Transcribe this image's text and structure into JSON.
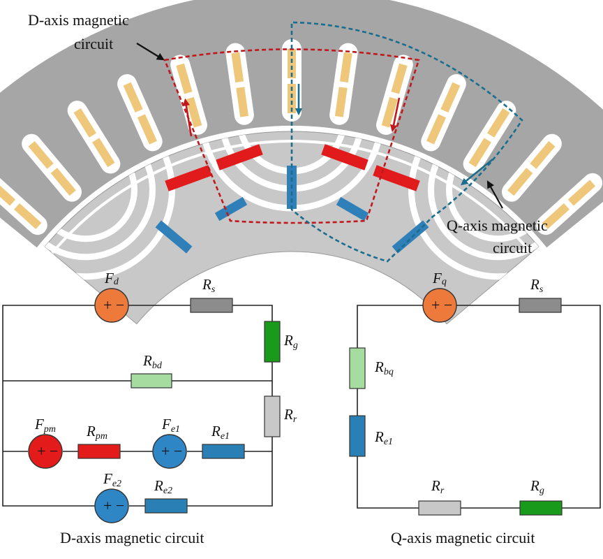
{
  "motor": {
    "d_axis_label_line1": "D-axis magnetic",
    "d_axis_label_line2": "circuit",
    "q_axis_label_line1": "Q-axis magnetic",
    "q_axis_label_line2": "circuit"
  },
  "d_circuit": {
    "caption": "D-axis magnetic circuit",
    "Fd": {
      "base": "F",
      "sub": "d"
    },
    "Rs": {
      "base": "R",
      "sub": "s"
    },
    "Rg": {
      "base": "R",
      "sub": "g"
    },
    "Rbd": {
      "base": "R",
      "sub": "bd"
    },
    "Rr": {
      "base": "R",
      "sub": "r"
    },
    "Fpm": {
      "base": "F",
      "sub": "pm"
    },
    "Rpm": {
      "base": "R",
      "sub": "pm"
    },
    "Fe1": {
      "base": "F",
      "sub": "e1"
    },
    "Re1": {
      "base": "R",
      "sub": "e1"
    },
    "Fe2": {
      "base": "F",
      "sub": "e2"
    },
    "Re2": {
      "base": "R",
      "sub": "e2"
    }
  },
  "q_circuit": {
    "caption": "Q-axis magnetic circuit",
    "Fq": {
      "base": "F",
      "sub": "q"
    },
    "Rs": {
      "base": "R",
      "sub": "s"
    },
    "Rbq": {
      "base": "R",
      "sub": "bq"
    },
    "Re1": {
      "base": "R",
      "sub": "e1"
    },
    "Rr": {
      "base": "R",
      "sub": "r"
    },
    "Rg": {
      "base": "R",
      "sub": "g"
    }
  },
  "colors": {
    "stator": "#a6a6a6",
    "rotor": "#c8c8c8",
    "winding": "#efc77a",
    "magnet_red": "#e11b1b",
    "magnet_blue": "#2f7fb8",
    "d_path": "#c0181c",
    "q_path": "#1b6d8e",
    "source_orange": "#ed7a3a",
    "source_red": "#e31b1b",
    "source_blue": "#2f86c5",
    "res_gray": "#8c8c8c",
    "res_green": "#1a9a1a",
    "res_lightgreen": "#a6dca0",
    "res_lightgray": "#c8c8c8",
    "res_red": "#e31b1b",
    "res_blue": "#2a7fb5"
  }
}
